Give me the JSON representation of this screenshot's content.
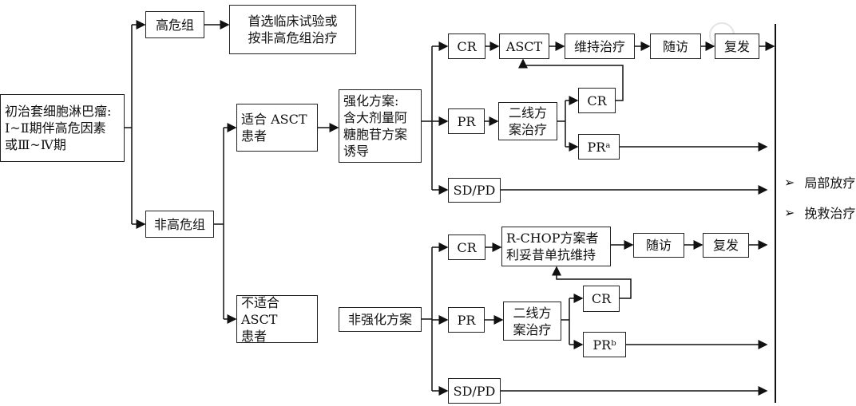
{
  "initial": "初治套细胞淋巴瘤:\nⅠ~Ⅱ期伴高危因素\n或Ⅲ~Ⅳ期",
  "high_risk": "高危组",
  "high_risk_action": "首选临床试验或\n按非高危组治疗",
  "non_high_risk": "非高危组",
  "eligible": "适合 ASCT\n患者",
  "intensive": "强化方案:\n含大剂量阿\n糖胞苷方案\n诱导",
  "top": {
    "cr": "CR",
    "asct": "ASCT",
    "maint": "维持治疗",
    "followup": "随访",
    "relapse": "复发",
    "pr": "PR",
    "second_line": "二线方\n案治疗",
    "cr2": "CR",
    "pr2": "PRᵃ",
    "sdpd": "SD/PD"
  },
  "ineligible": "不适合ASCT\n患者",
  "non_intensive": "非强化方案",
  "bottom": {
    "cr": "CR",
    "rchop": "R-CHOP方案者\n利妥昔单抗维持",
    "followup": "随访",
    "relapse": "复发",
    "pr": "PR",
    "second_line": "二线方\n案治疗",
    "cr2": "CR",
    "pr2": "PRᵇ",
    "sdpd": "SD/PD"
  },
  "outcomes": [
    {
      "icon": "arrowhead-bullet",
      "label": "局部放疗"
    },
    {
      "icon": "arrowhead-bullet",
      "label": "挽救治疗"
    }
  ]
}
